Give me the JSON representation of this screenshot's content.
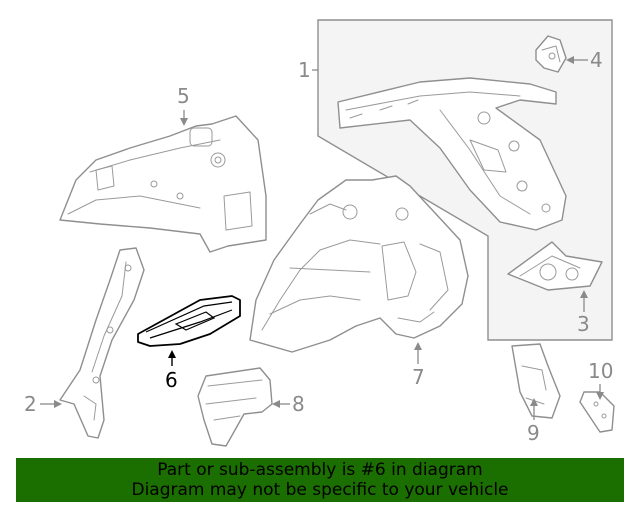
{
  "callouts": {
    "c1": "1",
    "c2": "2",
    "c3": "3",
    "c4": "4",
    "c5": "5",
    "c6": "6",
    "c7": "7",
    "c8": "8",
    "c9": "9",
    "c10": "10"
  },
  "highlighted_part": "6",
  "banner": {
    "line1": "Part or sub-assembly is #6 in diagram",
    "line2": "Diagram may not be specific to your vehicle"
  },
  "colors": {
    "banner_background": "#1b6e00",
    "highlight": "#000000",
    "line_art": "#8f8f8f",
    "inset_background": "#f4f4f4"
  }
}
